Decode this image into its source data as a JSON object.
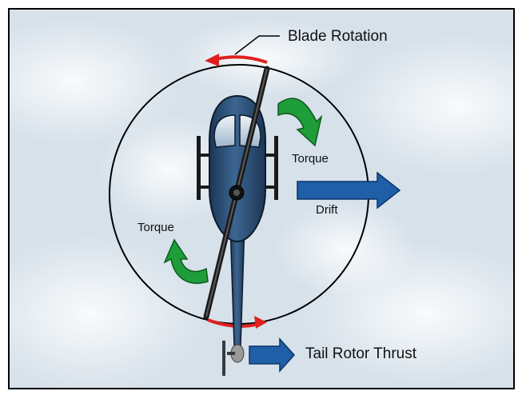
{
  "labels": {
    "blade_rotation": "Blade Rotation",
    "torque_right": "Torque",
    "torque_left": "Torque",
    "drift": "Drift",
    "tail_rotor_thrust": "Tail Rotor Thrust"
  },
  "colors": {
    "sky": "#d6e1ea",
    "rotation_arrow": "#e0201e",
    "torque_arrow": "#1f9d3a",
    "thrust_arrow": "#1f5fa8",
    "fuselage": "#27476b",
    "rotor_blade": "#2a2a2a"
  }
}
